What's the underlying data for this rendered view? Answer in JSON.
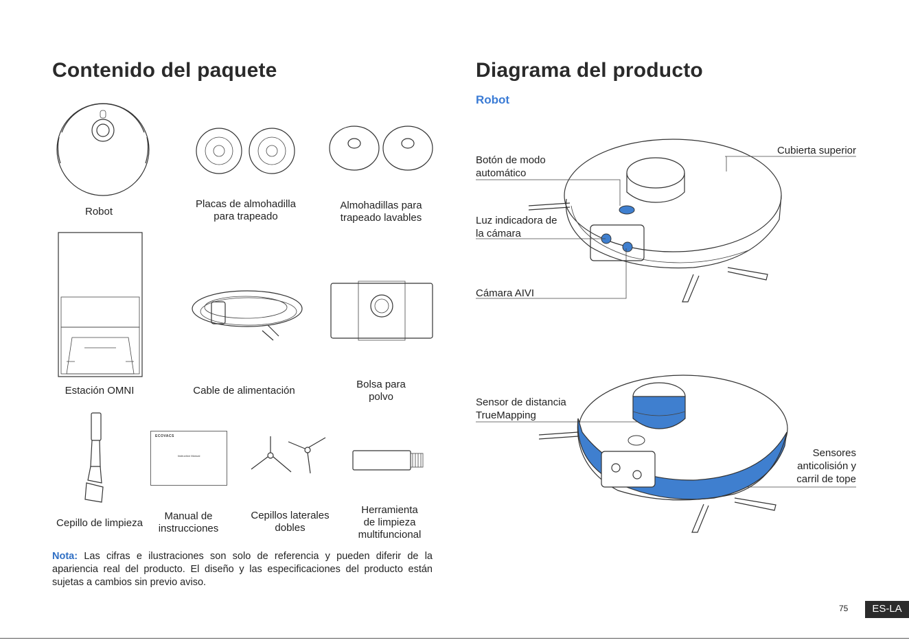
{
  "left": {
    "title": "Contenido del paquete",
    "items": [
      {
        "label": "Robot"
      },
      {
        "label": "Placas de almohadilla\npara trapeado"
      },
      {
        "label": "Almohadillas para\ntrapeado lavables"
      },
      {
        "label": "Estación OMNI"
      },
      {
        "label": "Cable de alimentación"
      },
      {
        "label": "Bolsa para\npolvo"
      },
      {
        "label": "Cepillo de limpieza"
      },
      {
        "label": "Manual de\ninstrucciones"
      },
      {
        "label": "Cepillos laterales\ndobles"
      },
      {
        "label": "Herramienta\nde limpieza\nmultifuncional"
      }
    ],
    "manual_brand": "ECOVACS",
    "manual_title": "Instruction Manual",
    "note_label": "Nota:",
    "note_text": " Las cifras e ilustraciones son solo de referencia y pueden diferir de la apariencia real del producto. El diseño y las especificaciones del producto están sujetas a cambios sin previo aviso."
  },
  "right": {
    "title": "Diagrama del producto",
    "subtitle": "Robot",
    "labels": [
      {
        "text": "Botón de modo\nautomático"
      },
      {
        "text": "Cubierta superior"
      },
      {
        "text": "Luz indicadora de\nla cámara"
      },
      {
        "text": "Cámara AIVI"
      },
      {
        "text": "Sensor de distancia\nTrueMapping"
      },
      {
        "text": "Sensores\nanticolisión y\ncarril de tope"
      }
    ]
  },
  "footer": {
    "page_number": "75",
    "lang_tag": "ES-LA"
  },
  "colors": {
    "accent": "#3a7bd5",
    "highlight_blue": "#3f7fcf",
    "tag_bg": "#2b2b2b"
  }
}
